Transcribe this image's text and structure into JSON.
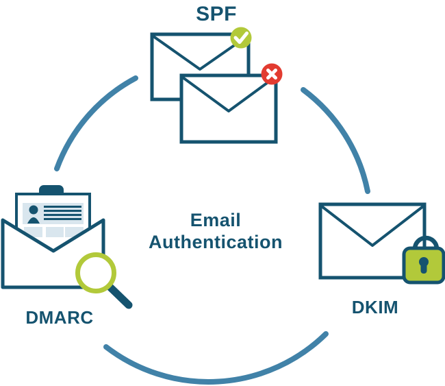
{
  "diagram": {
    "center_title": "Email Authentication",
    "nodes": [
      {
        "id": "spf",
        "label": "SPF",
        "icon": "two-envelopes-with-check-and-x-badges",
        "position": "top"
      },
      {
        "id": "dkim",
        "label": "DKIM",
        "icon": "envelope-with-padlock",
        "position": "right"
      },
      {
        "id": "dmarc",
        "label": "DMARC",
        "icon": "open-envelope-with-letter-and-magnifier",
        "position": "left"
      }
    ],
    "colors": {
      "dark_teal": "#15536F",
      "arc_blue": "#4182A8",
      "badge_green": "#B2C93A",
      "badge_red": "#E23B30",
      "panel_blue": "#D9E6EE",
      "background": "#FFFFFF"
    }
  }
}
